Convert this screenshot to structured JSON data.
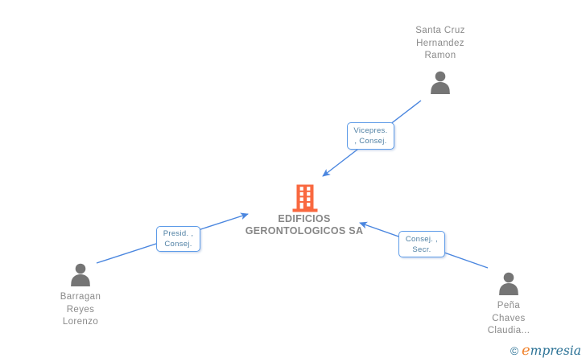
{
  "colors": {
    "edge_blue": "#4A86DF",
    "box_border_blue": "#5D9BE8",
    "box_text_blue": "#4E7FA3",
    "person_gray": "#757575",
    "name_gray": "#8A8A8A",
    "company_gray": "#868686",
    "building_orange": "#F9683F",
    "brand_orange": "#F0822C",
    "brand_teal": "#2A7195"
  },
  "company": {
    "name_lines": [
      "EDIFICIOS",
      "GERONTOLOGICOS SA"
    ]
  },
  "persons": [
    {
      "name_lines": [
        "Santa Cruz",
        "Hernandez",
        "Ramon"
      ]
    },
    {
      "name_lines": [
        "Barragan",
        "Reyes",
        "Lorenzo"
      ]
    },
    {
      "name_lines": [
        "Peña",
        "Chaves",
        "Claudia..."
      ]
    }
  ],
  "relationships": [
    {
      "from": "Santa Cruz Hernandez Ramon",
      "to": "EDIFICIOS GERONTOLOGICOS SA",
      "label_lines": [
        "Vicepres.",
        ", Consej."
      ]
    },
    {
      "from": "Barragan Reyes Lorenzo",
      "to": "EDIFICIOS GERONTOLOGICOS SA",
      "label_lines": [
        "Presid. ,",
        "Consej."
      ]
    },
    {
      "from": "Peña Chaves Claudia...",
      "to": "EDIFICIOS GERONTOLOGICOS SA",
      "label_lines": [
        "Consej. ,",
        "Secr."
      ]
    }
  ],
  "watermark": {
    "copyright": "©",
    "brand_initial": "e",
    "brand_rest": "mpresia"
  }
}
